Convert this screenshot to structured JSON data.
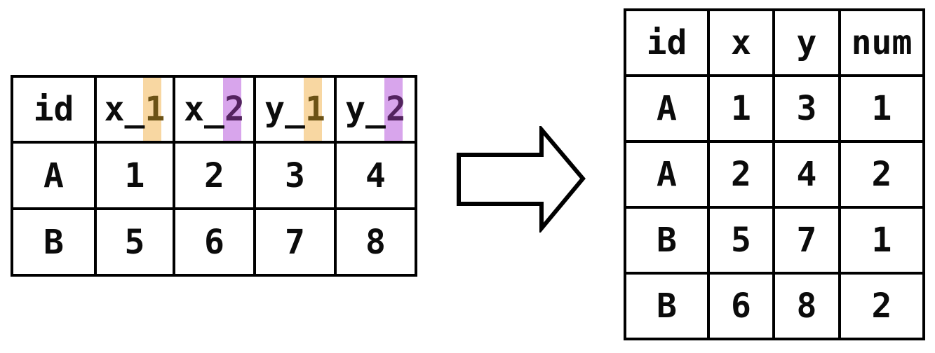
{
  "colors": {
    "background": "#ffffff",
    "border": "#000000",
    "blue": "#9acdea",
    "green": "#a4dcb7",
    "orange": "#fbd9a3",
    "purple": "#dcabf0",
    "band-orange": "#f8d7a2",
    "band-purple": "#d8a5ec",
    "digit-orange": "#6b5216",
    "digit-purple": "#53235f"
  },
  "left_table": {
    "description": "wide-format table",
    "header": [
      {
        "prefix": "id",
        "digit": "",
        "band": ""
      },
      {
        "prefix": "x_",
        "digit": "1",
        "band": "orange"
      },
      {
        "prefix": "x_",
        "digit": "2",
        "band": "purple"
      },
      {
        "prefix": "y_",
        "digit": "1",
        "band": "orange"
      },
      {
        "prefix": "y_",
        "digit": "2",
        "band": "purple"
      }
    ],
    "rows": [
      {
        "id": "A",
        "cells": [
          {
            "v": "1",
            "bg": "blue"
          },
          {
            "v": "2",
            "bg": "blue"
          },
          {
            "v": "3",
            "bg": "green"
          },
          {
            "v": "4",
            "bg": "green"
          }
        ]
      },
      {
        "id": "B",
        "cells": [
          {
            "v": "5",
            "bg": "blue"
          },
          {
            "v": "6",
            "bg": "blue"
          },
          {
            "v": "7",
            "bg": "green"
          },
          {
            "v": "8",
            "bg": "green"
          }
        ]
      }
    ]
  },
  "arrow": {
    "direction": "right"
  },
  "right_table": {
    "description": "long-format table",
    "header": [
      "id",
      "x",
      "y",
      "num"
    ],
    "rows": [
      {
        "id": "A",
        "cells": [
          {
            "v": "1",
            "bg": "blue"
          },
          {
            "v": "3",
            "bg": "green"
          },
          {
            "v": "1",
            "bg": "orange"
          }
        ]
      },
      {
        "id": "A",
        "cells": [
          {
            "v": "2",
            "bg": "blue"
          },
          {
            "v": "4",
            "bg": "green"
          },
          {
            "v": "2",
            "bg": "purple"
          }
        ]
      },
      {
        "id": "B",
        "cells": [
          {
            "v": "5",
            "bg": "blue"
          },
          {
            "v": "7",
            "bg": "green"
          },
          {
            "v": "1",
            "bg": "orange"
          }
        ]
      },
      {
        "id": "B",
        "cells": [
          {
            "v": "6",
            "bg": "blue"
          },
          {
            "v": "8",
            "bg": "green"
          },
          {
            "v": "2",
            "bg": "purple"
          }
        ]
      }
    ]
  }
}
